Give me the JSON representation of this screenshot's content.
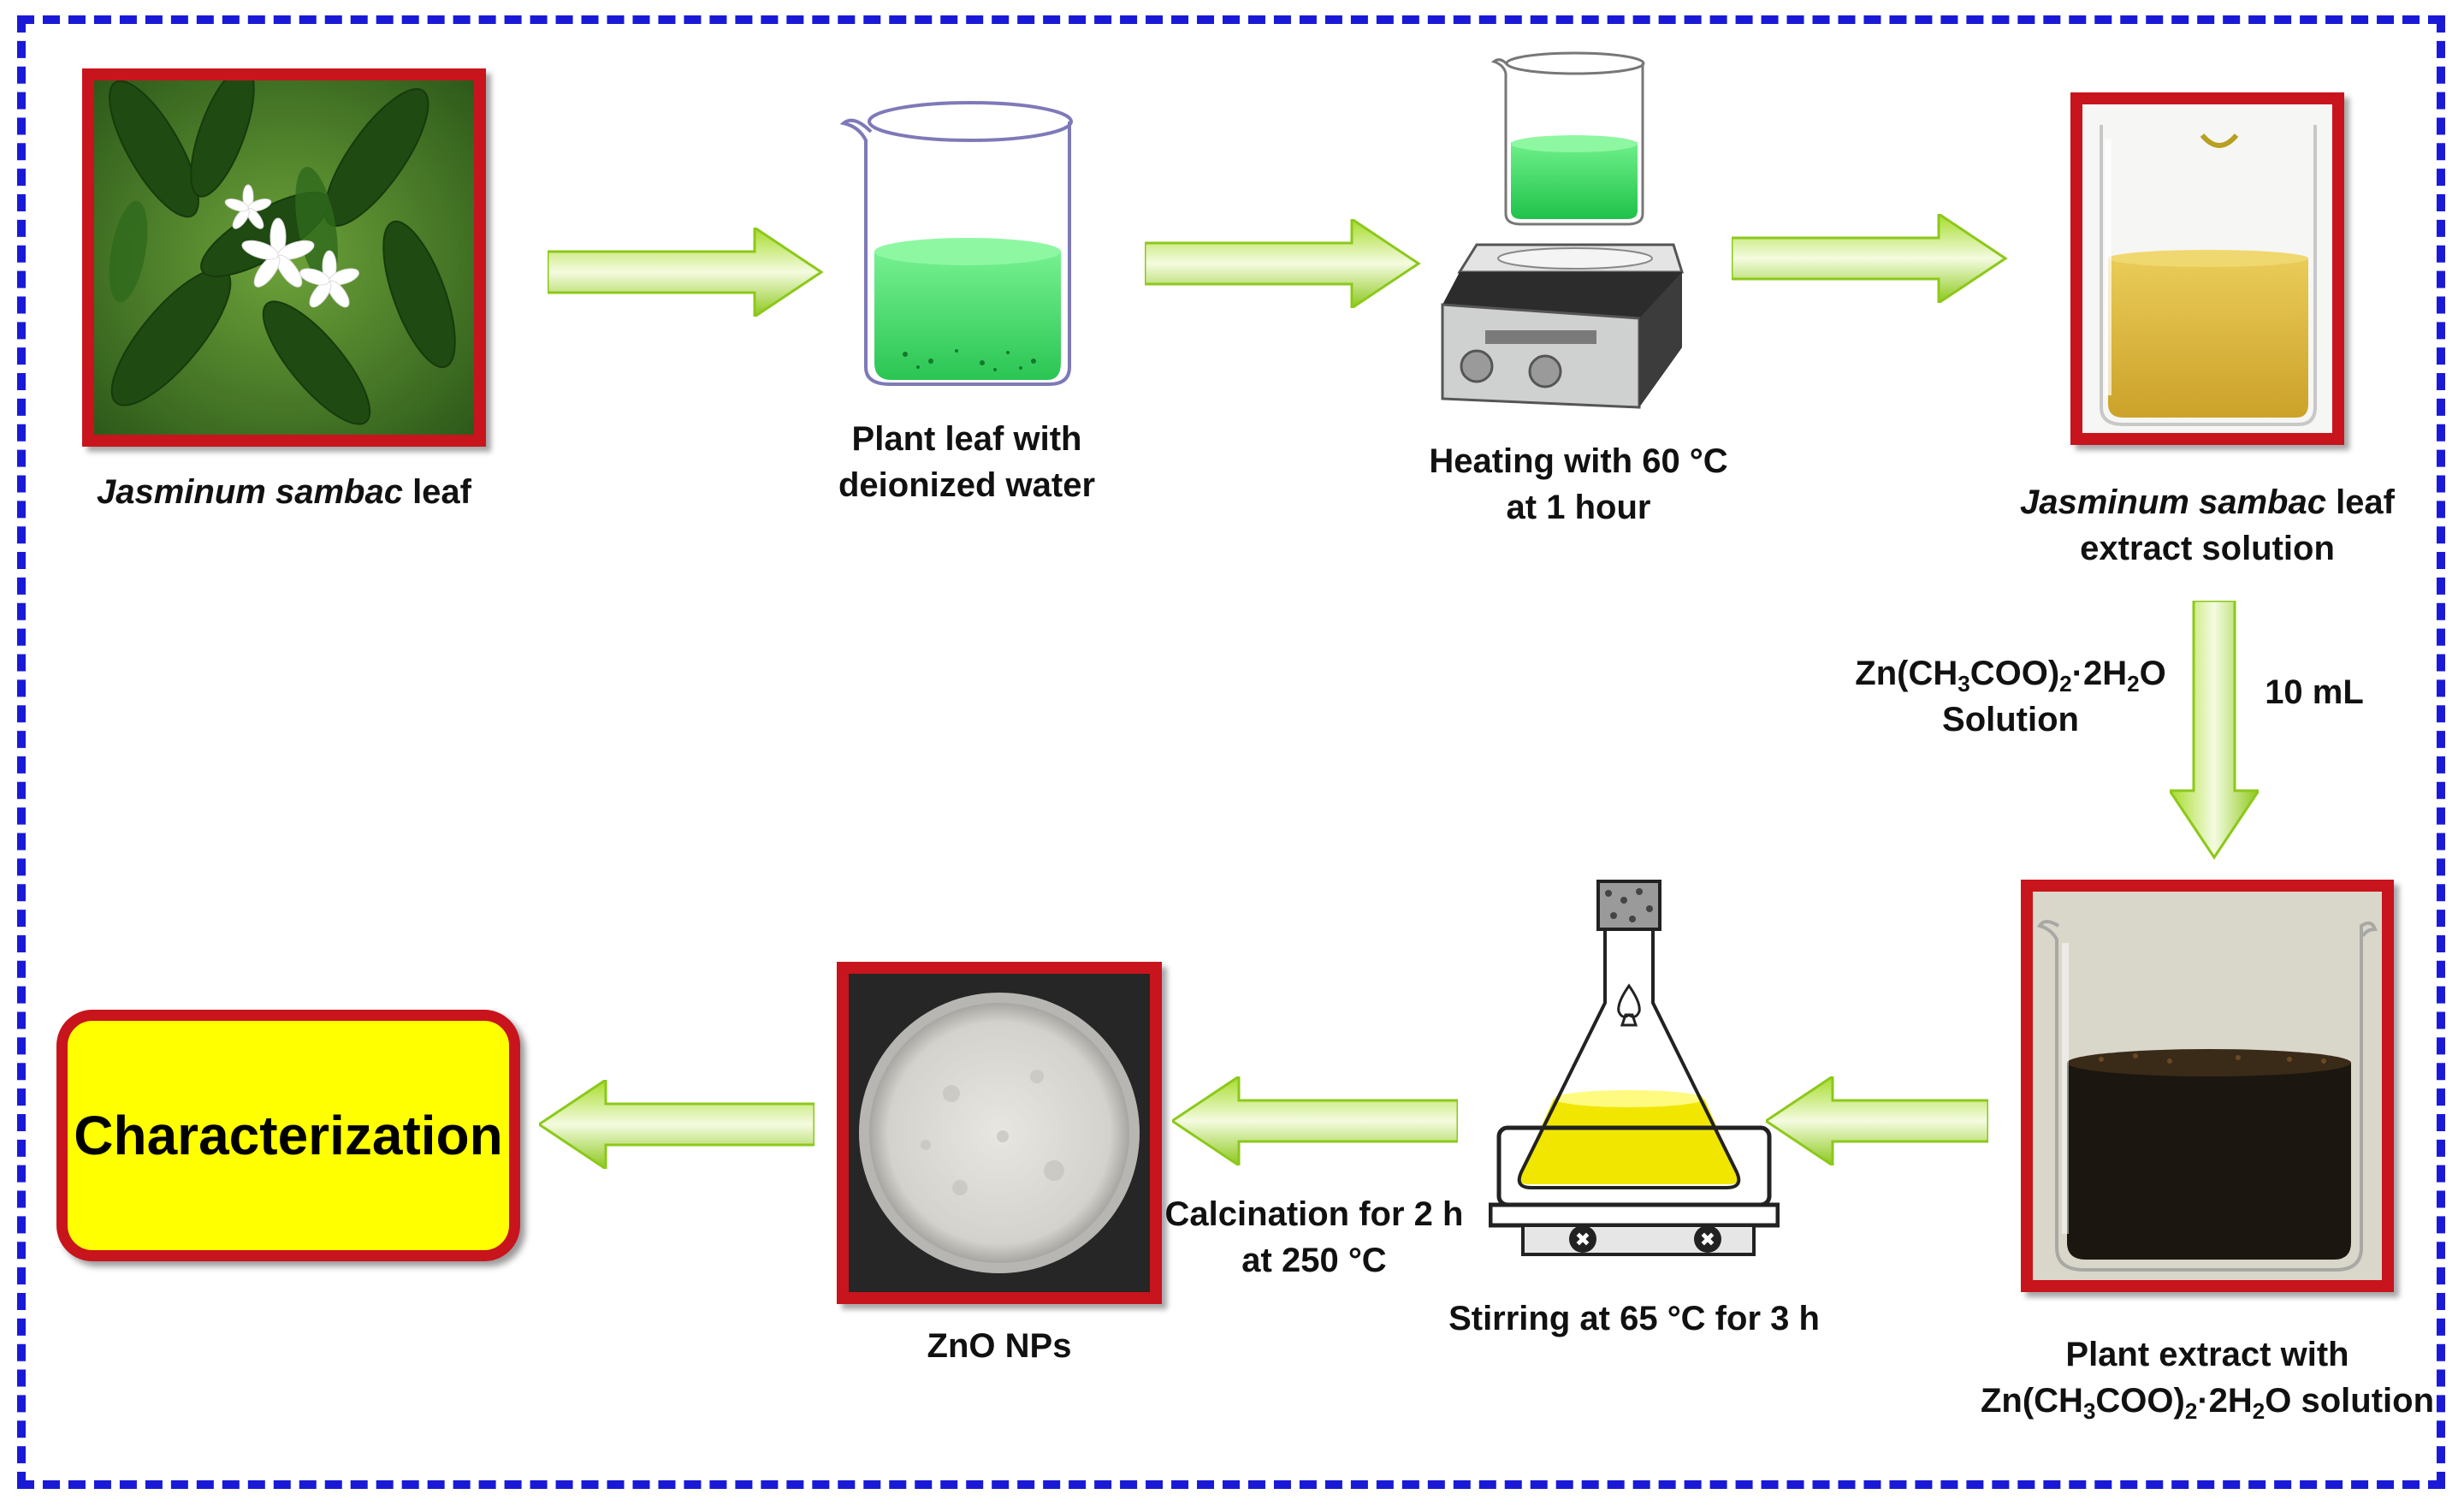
{
  "diagram": {
    "steps": {
      "leaf": {
        "italic": "Jasminum sambac",
        "rest": " leaf"
      },
      "plant_water": {
        "line1": "Plant leaf with",
        "line2": "deionized water"
      },
      "heating": {
        "line1": "Heating with 60 °C",
        "line2": "at 1 hour"
      },
      "extract": {
        "italic": "Jasminum sambac",
        "rest": " leaf",
        "line2": "extract solution"
      },
      "zn_solution": {
        "zn": "Zn(CH",
        "s3": "3",
        "coo": "COO)",
        "s2": "2",
        "dot": "·2H",
        "h2": "2",
        "o": "O",
        "line2": "Solution"
      },
      "volume": "10 mL",
      "mix": {
        "line1": "Plant extract with",
        "zn": "Zn(CH",
        "s3": "3",
        "coo": "COO)",
        "s2": "2",
        "dot": "·2H",
        "h2": "2",
        "o": "O  solution"
      },
      "stirring": "Stirring at 65 °C for 3 h",
      "calcination": {
        "line1": "Calcination for 2 h",
        "line2": "at 250 °C"
      },
      "zno": "ZnO NPs",
      "characterization": "Characterization"
    },
    "colors": {
      "frame": "#1a1ad6",
      "photo_border": "#c8141c",
      "arrow": "#8fd01a",
      "box_fill": "#ffff00"
    }
  }
}
